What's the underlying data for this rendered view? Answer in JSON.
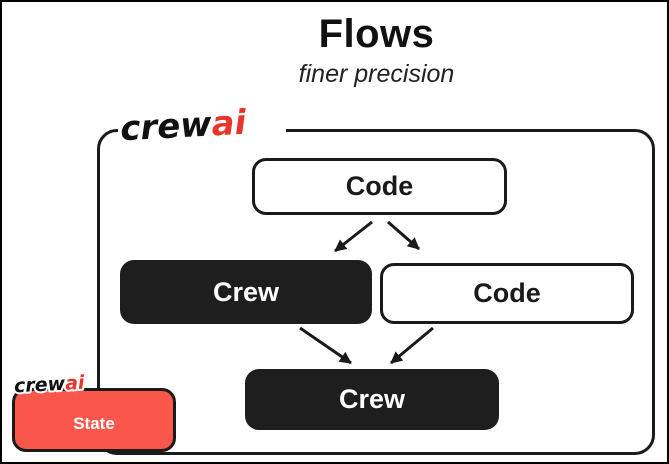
{
  "header": {
    "title": "Flows",
    "subtitle": "finer precision"
  },
  "logo": {
    "word": "crew",
    "accent": "ai"
  },
  "diagram": {
    "nodes": [
      {
        "id": "code-top",
        "label": "Code",
        "variant": "outline"
      },
      {
        "id": "crew-left",
        "label": "Crew",
        "variant": "filled"
      },
      {
        "id": "code-right",
        "label": "Code",
        "variant": "outline"
      },
      {
        "id": "crew-bottom",
        "label": "Crew",
        "variant": "filled"
      }
    ],
    "edges": [
      {
        "from": "code-top",
        "to": "crew-left"
      },
      {
        "from": "code-top",
        "to": "code-right"
      },
      {
        "from": "crew-left",
        "to": "crew-bottom"
      },
      {
        "from": "code-right",
        "to": "crew-bottom"
      }
    ],
    "state": {
      "label": "State"
    }
  },
  "colors": {
    "ink": "#1a1a1a",
    "node_filled": "#1e1e1e",
    "node_text_light": "#ffffff",
    "state_fill": "#f9564c",
    "logo_accent": "#e8342a",
    "canvas": "#ffffff"
  }
}
